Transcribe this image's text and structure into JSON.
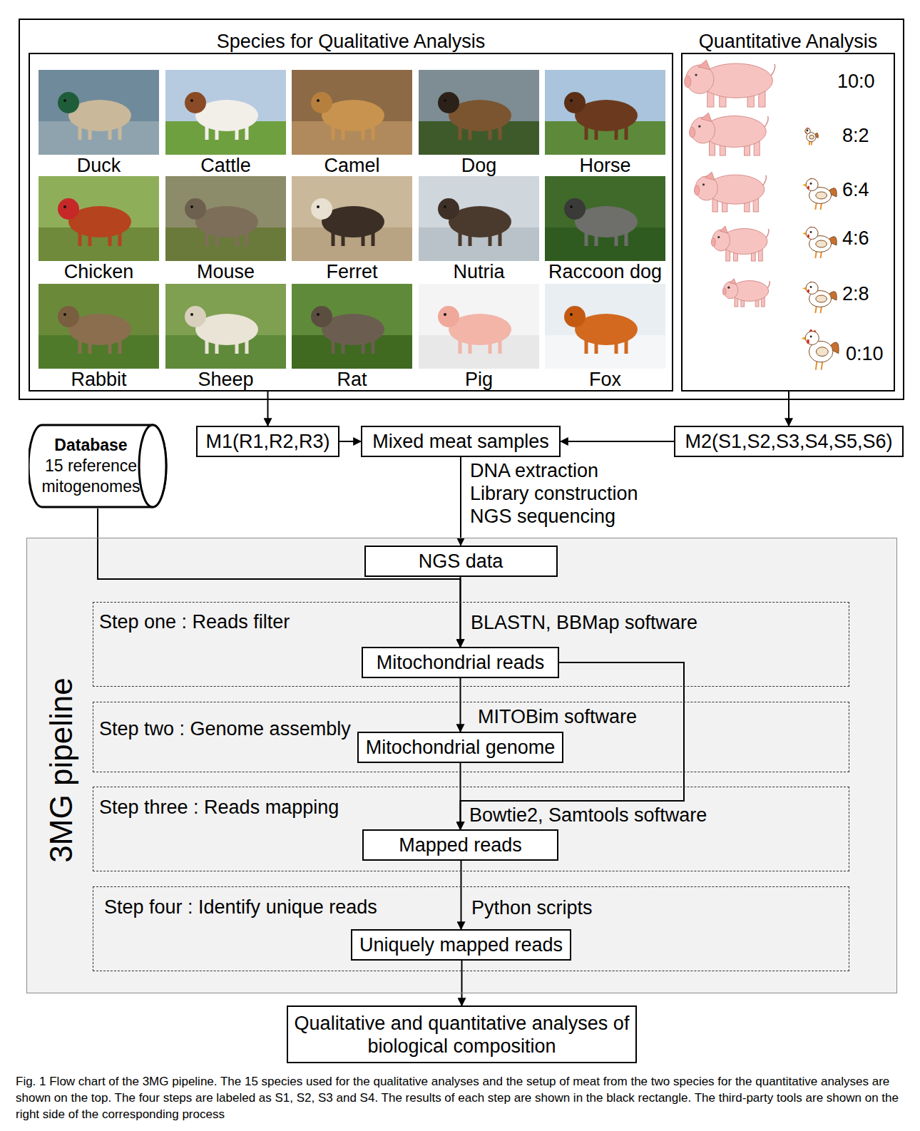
{
  "diagram": {
    "caption": "Fig. 1 Flow chart of the 3MG pipeline. The 15 species used for the qualitative analyses and the setup of meat from the two species for the quantitative analyses are shown on the top. The four steps are labeled as S1, S2, S3 and S4. The results of each step are shown in the black rectangle. The third-party tools are shown on the right side of the corresponding process",
    "nodes": [
      {
        "text": [
          "Species for Qualitative Analysis"
        ]
      },
      {
        "text": [
          "Duck"
        ],
        "in": 0
      },
      {
        "text": [
          "Cattle"
        ],
        "in": 0
      },
      {
        "text": [
          "Camel"
        ],
        "in": 0
      },
      {
        "text": [
          "Dog"
        ],
        "in": 0
      },
      {
        "text": [
          "Horse"
        ],
        "in": 0
      },
      {
        "text": [
          "Chicken"
        ],
        "in": 0
      },
      {
        "text": [
          "Mouse"
        ],
        "in": 0
      },
      {
        "text": [
          "Ferret"
        ],
        "in": 0
      },
      {
        "text": [
          "Nutria"
        ],
        "in": 0
      },
      {
        "text": [
          "Raccoon dog"
        ],
        "in": 0
      },
      {
        "text": [
          "Rabbit"
        ],
        "in": 0
      },
      {
        "text": [
          "Sheep"
        ],
        "in": 0
      },
      {
        "text": [
          "Rat"
        ],
        "in": 0
      },
      {
        "text": [
          "Pig"
        ],
        "in": 0
      },
      {
        "text": [
          "Fox"
        ],
        "in": 0
      },
      {
        "text": [
          "Quantitative Analysis"
        ]
      },
      {
        "text": [
          "Database",
          "15 reference mitogenomes"
        ]
      },
      {
        "text": [
          "M1(R1,R2,R3)"
        ]
      },
      {
        "text": [
          "Mixed meat samples"
        ]
      },
      {
        "text": [
          "M2(S1,S2,S3,S4,S5,S6)"
        ]
      },
      {
        "text": [
          "3MG pipeline"
        ]
      },
      {
        "text": [
          "NGS data"
        ],
        "in": 21
      },
      {
        "text": [
          "Step one : Reads filter"
        ],
        "in": 21
      },
      {
        "text": [
          "Mitochondrial reads"
        ],
        "in": 23
      },
      {
        "text": [
          "Step two : Genome assembly"
        ],
        "in": 21
      },
      {
        "text": [
          "Mitochondrial genome"
        ],
        "in": 25
      },
      {
        "text": [
          "Step three : Reads mapping"
        ],
        "in": 21
      },
      {
        "text": [
          "Mapped reads"
        ],
        "in": 27
      },
      {
        "text": [
          "Step four : Identify unique reads"
        ],
        "in": 21
      },
      {
        "text": [
          "Uniquely mapped reads"
        ],
        "in": 29
      },
      {
        "text": [
          "Qualitative and quantitative analyses of biological composition"
        ]
      }
    ],
    "edges": [
      {
        "from": 0,
        "to": 18,
        "arrow": "to"
      },
      {
        "from": 16,
        "to": 20,
        "arrow": "to"
      },
      {
        "from": 18,
        "to": 19,
        "arrow": "to"
      },
      {
        "from": 20,
        "to": 19,
        "arrow": "to"
      },
      {
        "from": 19,
        "to": 22,
        "label": "DNA extraction Library construction NGS sequencing",
        "arrow": "to"
      },
      {
        "from": 17,
        "to": 24,
        "arrow": "to"
      },
      {
        "from": 22,
        "to": 24,
        "label": "BLASTN, BBMap software",
        "arrow": "to"
      },
      {
        "from": 24,
        "to": 26,
        "label": "MITOBim software",
        "arrow": "to"
      },
      {
        "from": 26,
        "to": 28,
        "label": "Bowtie2, Samtools software",
        "arrow": "to"
      },
      {
        "from": 24,
        "to": 28,
        "arrow": "to"
      },
      {
        "from": 28,
        "to": 30,
        "label": "Python scripts",
        "arrow": "to"
      },
      {
        "from": 30,
        "to": 31,
        "arrow": "to"
      }
    ],
    "labels": [
      "10:0",
      "8:2",
      "6:4",
      "4:6",
      "2:8",
      "0:10"
    ]
  }
}
